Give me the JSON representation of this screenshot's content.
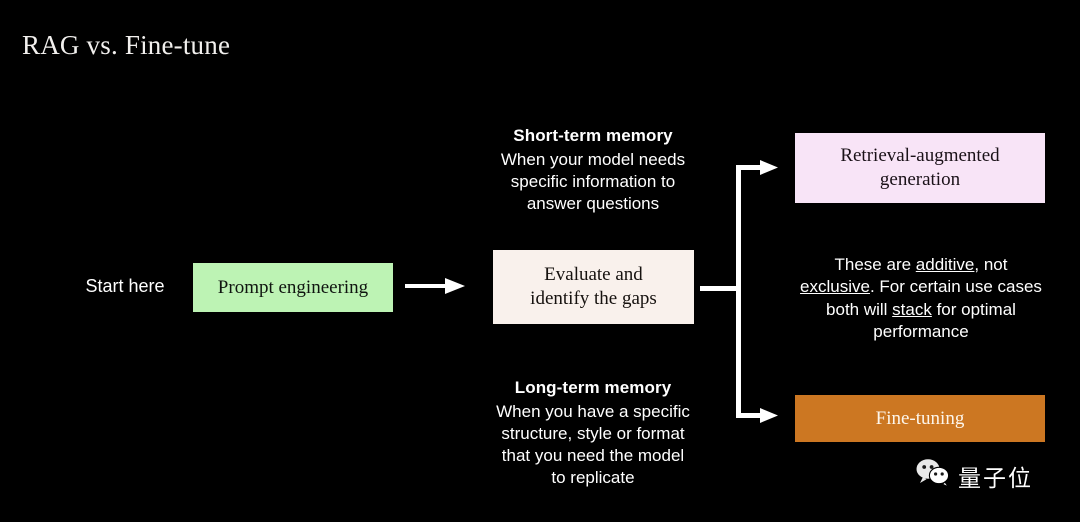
{
  "slide": {
    "title": "RAG vs. Fine-tune",
    "background_color": "#000000"
  },
  "flow": {
    "start_label": "Start here",
    "prompt_box": {
      "label": "Prompt engineering",
      "fill": "#bdf3b4",
      "text_color": "#101510"
    },
    "evaluate_box": {
      "line1": "Evaluate and",
      "line2": "identify the gaps",
      "fill": "#f9f1ec",
      "text_color": "#16120f"
    }
  },
  "branches": {
    "short_term": {
      "title": "Short-term memory",
      "line1": "When your model needs",
      "line2": "specific information to",
      "line3": "answer questions"
    },
    "long_term": {
      "title": "Long-term memory",
      "line1": "When you have a specific",
      "line2": "structure, style or format",
      "line3": "that you need the model",
      "line4": "to replicate"
    }
  },
  "outcomes": {
    "rag_box": {
      "line1": "Retrieval-augmented",
      "line2": "generation",
      "fill": "#f8e4f7",
      "text_color": "#1a1118"
    },
    "finetune_box": {
      "label": "Fine-tuning",
      "fill": "#cc7722",
      "text_color": "#fdf6ec"
    }
  },
  "note": {
    "seg1": "These are ",
    "underline1": "additive",
    "seg2": ", not ",
    "underline2": "exclusive",
    "seg3": ". For certain use cases both will ",
    "underline3": "stack",
    "seg4": " for optimal performance"
  },
  "watermark": {
    "icon": "wechat-icon",
    "text": "量子位"
  },
  "arrows": {
    "main_arrow": "arrow-right",
    "split_top": "arrow-right",
    "split_bottom": "arrow-right",
    "color": "#ffffff"
  }
}
